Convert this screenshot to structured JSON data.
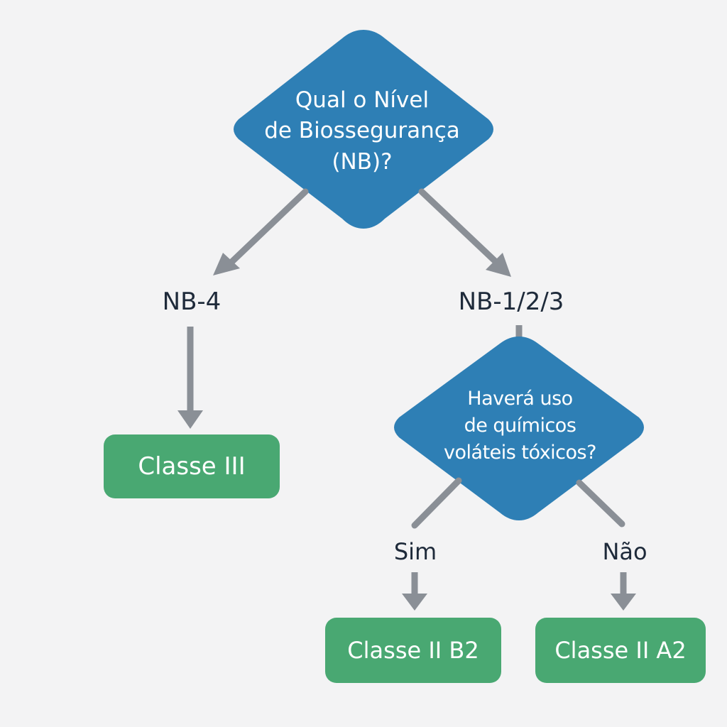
{
  "colors": {
    "background": "#f3f3f4",
    "decision_fill": "#2e7fb5",
    "result_fill": "#49a872",
    "connector": "#8a8f96",
    "label_text": "#1e2a3a"
  },
  "decisions": {
    "q1": {
      "lines": [
        "Qual o Nível",
        "de Biossegurança",
        "(NB)?"
      ]
    },
    "q2": {
      "lines": [
        "Haverá uso",
        "de químicos",
        "voláteis tóxicos?"
      ]
    }
  },
  "branches": {
    "nb4": "NB-4",
    "nb123": "NB-1/2/3",
    "sim": "Sim",
    "nao": "Não"
  },
  "results": {
    "classe_iii": "Classe III",
    "classe_ii_b2": "Classe II B2",
    "classe_ii_a2": "Classe II A2"
  }
}
